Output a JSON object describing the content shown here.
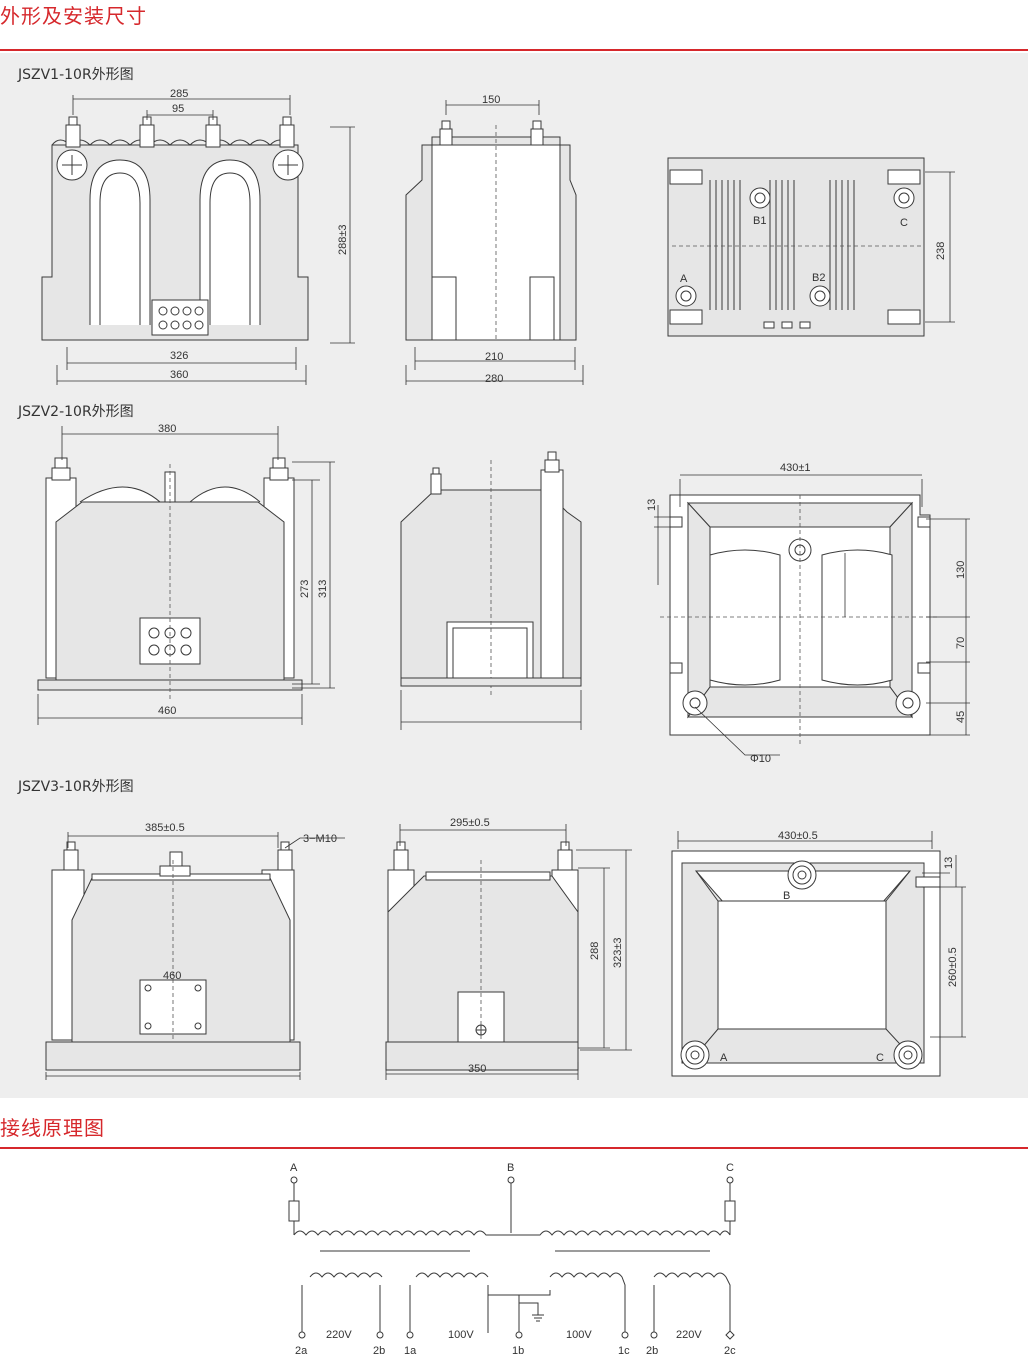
{
  "section1": {
    "title": "外形及安装尺寸"
  },
  "section2": {
    "title": "接线原理图"
  },
  "models": [
    {
      "name": "JSZV1-10R外形图"
    },
    {
      "name": "JSZV2-10R外形图"
    },
    {
      "name": "JSZV3-10R外形图"
    }
  ],
  "dims": {
    "v1": {
      "w285": "285",
      "w95": "95",
      "h288": "288±3",
      "w326": "326",
      "w360": "360",
      "w150": "150",
      "w210": "210",
      "w280": "280",
      "h238": "238",
      "b1": "B1",
      "b2": "B2",
      "a": "A",
      "c": "C"
    },
    "v2": {
      "w380": "380",
      "h273": "273",
      "h313": "313",
      "w460": "460",
      "w430": "430±1",
      "d13": "13",
      "d130": "130",
      "d70": "70",
      "d45": "45",
      "phi": "Φ10"
    },
    "v3": {
      "w385": "385±0.5",
      "m10": "3−M10",
      "w460": "460",
      "w295": "295±0.5",
      "h288": "288",
      "h323": "323±3",
      "w350": "350",
      "w430": "430±0.5",
      "d13": "13",
      "d260": "260±0.5",
      "b": "B",
      "a": "A",
      "c": "C"
    }
  },
  "wiring": {
    "top": [
      "A",
      "B",
      "C"
    ],
    "windings": [
      "220V",
      "100V",
      "100V",
      "220V"
    ],
    "terminals": [
      "2a",
      "2b",
      "1a",
      "1b",
      "1c",
      "2b",
      "2c"
    ]
  }
}
